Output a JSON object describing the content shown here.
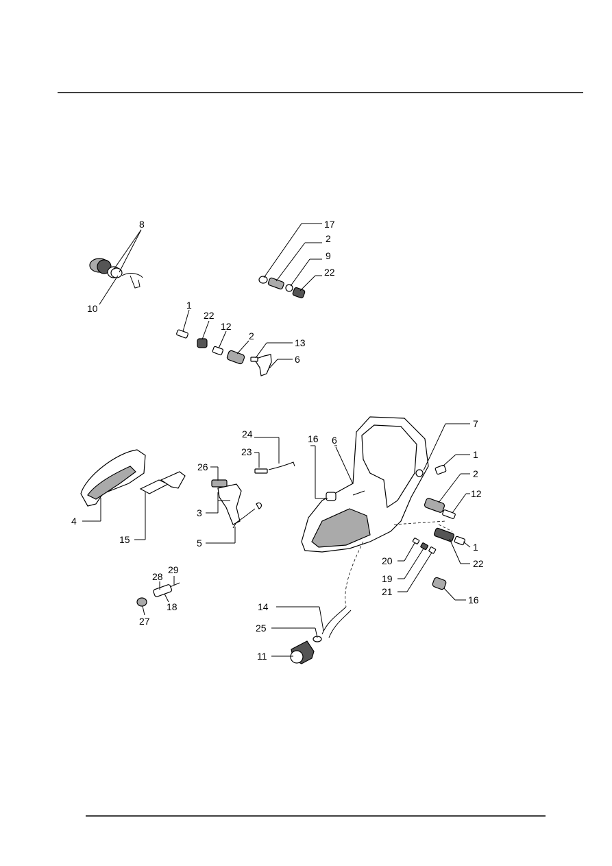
{
  "callouts": {
    "c8": "8",
    "c10": "10",
    "c17": "17",
    "c2a": "2",
    "c9": "9",
    "c22a": "22",
    "c1a": "1",
    "c22b": "22",
    "c12a": "12",
    "c2b": "2",
    "c13": "13",
    "c6a": "6",
    "c24": "24",
    "c23": "23",
    "c26": "26",
    "c3": "3",
    "c5": "5",
    "c4": "4",
    "c15": "15",
    "c16a": "16",
    "c6b": "6",
    "c7": "7",
    "c1b": "1",
    "c2c": "2",
    "c12b": "12",
    "c1c": "1",
    "c22c": "22",
    "c20": "20",
    "c19": "19",
    "c21": "21",
    "c16b": "16",
    "c28": "28",
    "c29": "29",
    "c18": "18",
    "c27": "27",
    "c14": "14",
    "c25": "25",
    "c11": "11"
  }
}
